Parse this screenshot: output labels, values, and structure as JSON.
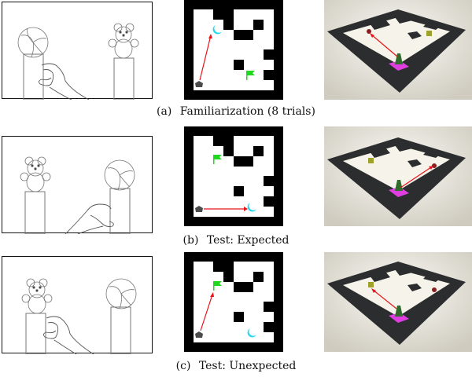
{
  "figure": {
    "rows": [
      {
        "id": "a",
        "label": "(a)",
        "caption": "Familiarization (8 trials)",
        "illustration": {
          "left_object": "ball",
          "right_object": "teddy-bear",
          "hand_reaches": "ball"
        },
        "maze": {
          "agent_cell": [
            0,
            7
          ],
          "goal_reached": "moon",
          "moon_cell": [
            2,
            2
          ],
          "flag_cell": [
            5,
            6
          ]
        },
        "scene3d": {
          "target": "red-object",
          "other": "yellow-cube"
        }
      },
      {
        "id": "b",
        "label": "(b)",
        "caption": "Test: Expected",
        "illustration": {
          "left_object": "teddy-bear",
          "right_object": "ball",
          "hand_reaches": "ball"
        },
        "maze": {
          "agent_cell": [
            0,
            7
          ],
          "goal_reached": "moon",
          "moon_cell": [
            5,
            7
          ],
          "flag_cell": [
            2,
            2
          ]
        },
        "scene3d": {
          "target": "red-object",
          "other": "yellow-cube"
        }
      },
      {
        "id": "c",
        "label": "(c)",
        "caption": "Test: Unexpected",
        "illustration": {
          "left_object": "teddy-bear",
          "right_object": "ball",
          "hand_reaches": "teddy-bear"
        },
        "maze": {
          "agent_cell": [
            0,
            7
          ],
          "goal_reached": "flag",
          "moon_cell": [
            5,
            7
          ],
          "flag_cell": [
            2,
            2
          ]
        },
        "scene3d": {
          "target": "yellow-cube",
          "other": "red-object"
        }
      }
    ],
    "colors": {
      "arrow": "#e8141c",
      "moon": "#22d6ee",
      "flag": "#1fd81f",
      "agent": "#4a4a4a",
      "wall": "#000000",
      "floor3d": "#f6f3ea",
      "wall3d": "#2b2d2e",
      "agent3d": "#2f6b2a",
      "start_pad": "#e03ee0"
    }
  }
}
